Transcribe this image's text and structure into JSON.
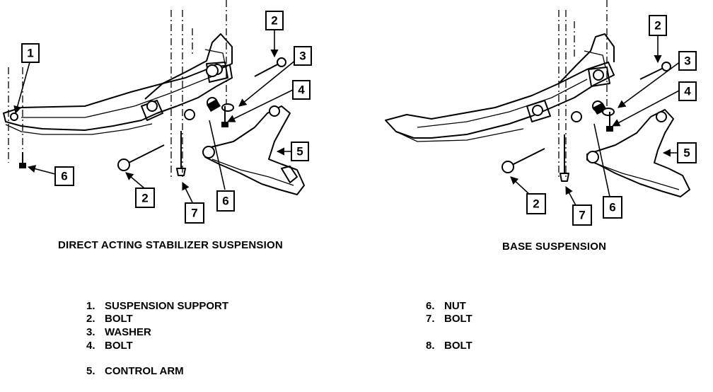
{
  "captions": {
    "left": "DIRECT ACTING STABILIZER SUSPENSION",
    "right": "BASE SUSPENSION"
  },
  "callouts": {
    "left": [
      "1",
      "2",
      "3",
      "4",
      "5",
      "6",
      "2",
      "7"
    ],
    "right": [
      "2",
      "3",
      "4",
      "5",
      "6",
      "2",
      "7"
    ]
  },
  "legend": [
    {
      "num": "1.",
      "label": "SUSPENSION SUPPORT"
    },
    {
      "num": "2.",
      "label": "BOLT"
    },
    {
      "num": "3.",
      "label": "WASHER"
    },
    {
      "num": "4.",
      "label": "BOLT"
    },
    {
      "num": "5.",
      "label": "CONTROL ARM"
    },
    {
      "num": "6.",
      "label": "NUT"
    },
    {
      "num": "7.",
      "label": "BOLT"
    },
    {
      "num": "8.",
      "label": "BOLT"
    }
  ]
}
